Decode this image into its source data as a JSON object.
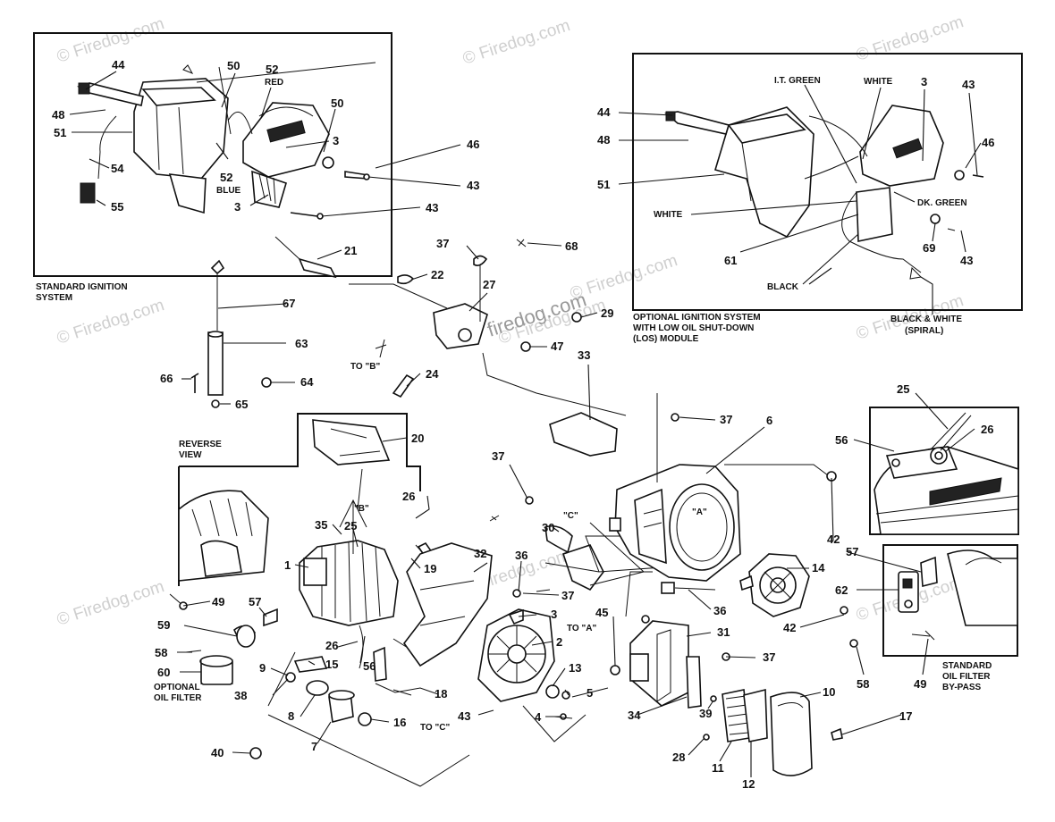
{
  "watermarks": [
    "© Firedog.com",
    "© Firedog.com",
    "© Firedog.com",
    "© Firedog.com",
    "© Firedog.com",
    "© Firedog.com",
    "© Firedog.com",
    "© Firedog.com",
    "© Firedog.com",
    "© Firedog.com",
    "firedog.com"
  ],
  "panels": {
    "standard_ignition": "STANDARD IGNITION|SYSTEM",
    "optional_ignition": "OPTIONAL IGNITION SYSTEM|WITH LOW OIL SHUT-DOWN|(LOS) MODULE",
    "reverse_view": "REVERSE|VIEW",
    "optional_oil_filter": "OPTIONAL|OIL FILTER",
    "standard_oil_filter": "STANDARD|OIL FILTER|BY-PASS"
  },
  "wire_labels": [
    "RED",
    "BLUE",
    "I.T. GREEN",
    "WHITE",
    "DK. GREEN",
    "WHITE",
    "BLACK",
    "BLACK & WHITE",
    "(SPIRAL)"
  ],
  "callouts": [
    "44",
    "48",
    "51",
    "54",
    "55",
    "50",
    "52",
    "52",
    "50",
    "3",
    "46",
    "43",
    "3",
    "43",
    "44",
    "48",
    "51",
    "3",
    "43",
    "46",
    "69",
    "43",
    "61",
    "21",
    "22",
    "37",
    "68",
    "27",
    "29",
    "47",
    "67",
    "63",
    "66",
    "64",
    "65",
    "24",
    "20",
    "33",
    "37",
    "6",
    "25",
    "26",
    "56",
    "37",
    "26",
    "35",
    "25",
    "1",
    "19",
    "30",
    "36",
    "37",
    "32",
    "36",
    "42",
    "14",
    "57",
    "62",
    "42",
    "49",
    "57",
    "59",
    "58",
    "60",
    "9",
    "15",
    "38",
    "8",
    "7",
    "40",
    "26",
    "56",
    "18",
    "16",
    "3",
    "2",
    "13",
    "5",
    "4",
    "43",
    "45",
    "31",
    "37",
    "34",
    "39",
    "28",
    "11",
    "12",
    "10",
    "17",
    "58",
    "49"
  ],
  "mini_labels": [
    "\"B\"",
    "\"C\"",
    "\"A\"",
    "TO \"B\"",
    "TO \"A\"",
    "TO \"C\""
  ]
}
